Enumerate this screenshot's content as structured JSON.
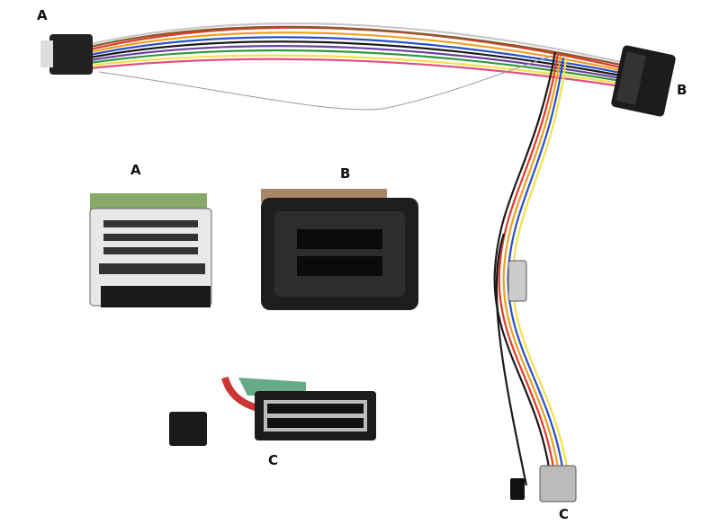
{
  "labels": {
    "top_left_connector": "A",
    "top_right_connector": "B",
    "detail_a": "A",
    "detail_b": "B",
    "detail_c": "C",
    "bottom_right_connector": "C"
  }
}
